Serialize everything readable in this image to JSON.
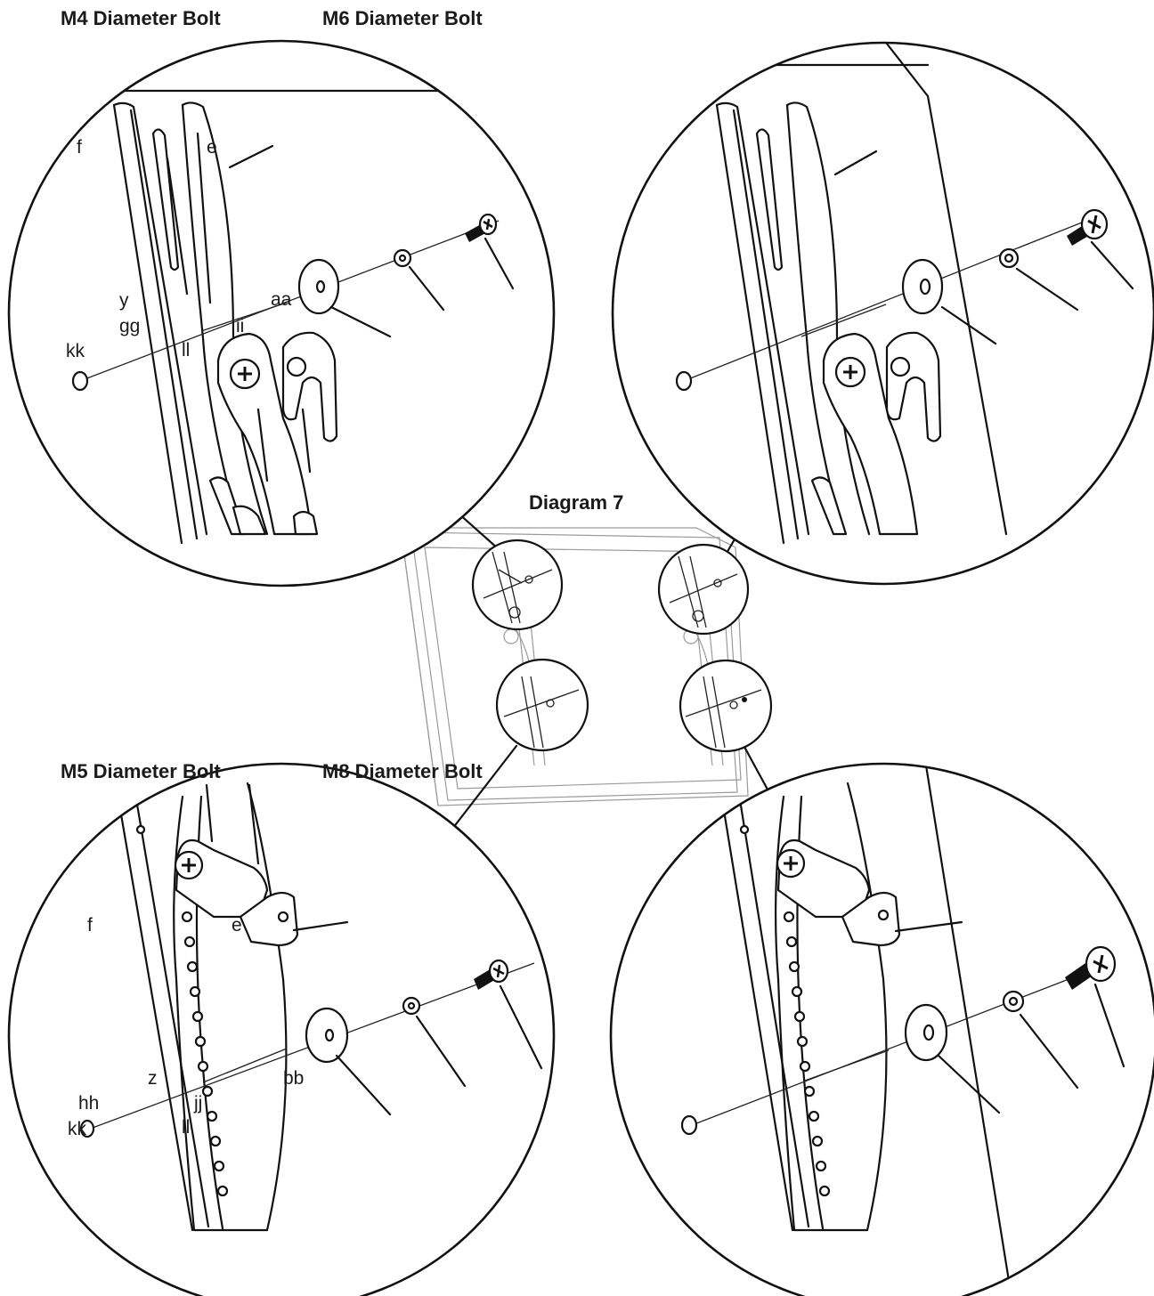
{
  "headings": {
    "m4": "M4 Diameter Bolt",
    "m6": "M6 Diameter Bolt",
    "m5": "M5 Diameter Bolt",
    "m8": "M8 Diameter Bolt",
    "diagram": "Diagram 7"
  },
  "labels": {
    "top_left": {
      "f": "f",
      "e": "e",
      "y": "y",
      "gg": "gg",
      "kk": "kk",
      "aa": "aa",
      "ii": "ii",
      "ll": "ll"
    },
    "bottom_left": {
      "f": "f",
      "e": "e",
      "z": "z",
      "hh": "hh",
      "kk": "kk",
      "jj": "jj",
      "ll": "ll",
      "bb": "bb"
    }
  }
}
